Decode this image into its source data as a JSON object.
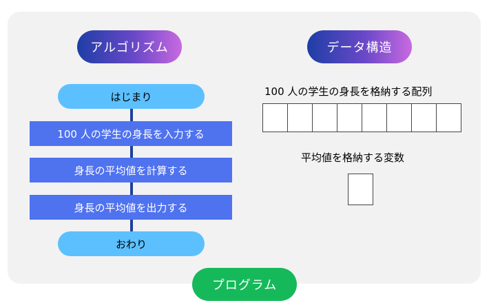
{
  "algorithm": {
    "title": "アルゴリズム",
    "start": "はじまり",
    "steps": [
      "100 人の学生の身長を入力する",
      "身長の平均値を計算する",
      "身長の平均値を出力する"
    ],
    "end": "おわり"
  },
  "data_structure": {
    "title": "データ構造",
    "array_label": "100 人の学生の身長を格納する配列",
    "array_cell_count": 8,
    "variable_label": "平均値を格納する変数"
  },
  "program": {
    "label": "プログラム"
  },
  "colors": {
    "pill_gradient_start": "#1e3ea6",
    "pill_gradient_end": "#c86ae0",
    "terminal_fill": "#5cc0ff",
    "process_fill": "#4f72ef",
    "connector": "#1f3f9e",
    "program_pill": "#16b95a",
    "panel": "#f2f2f2"
  }
}
